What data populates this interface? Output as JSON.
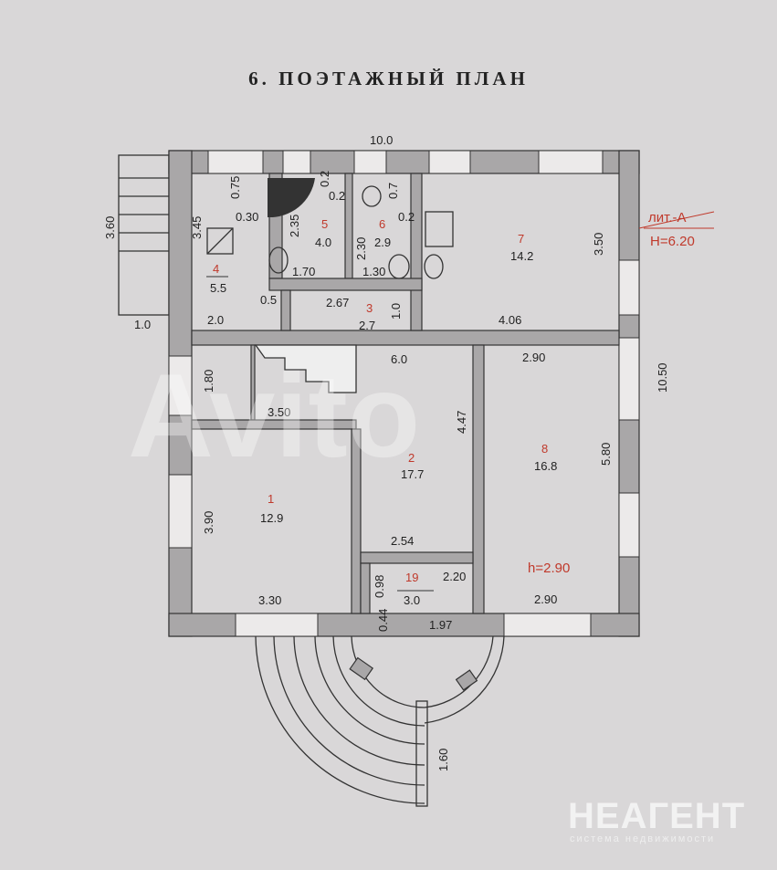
{
  "title": "6. ПОЭТАЖНЫЙ ПЛАН",
  "building": {
    "litera": "лит.-А",
    "height": "H=6.20",
    "room_height": "h=2.90"
  },
  "overall_dims": {
    "width_top": "10.0",
    "length_right": "10.50",
    "porch_side": "3.60",
    "porch_width": "1.0",
    "front_steps": "1.60"
  },
  "rooms": [
    {
      "num": "1",
      "area": "12.9",
      "dims": [
        "3.90",
        "3.30"
      ]
    },
    {
      "num": "2",
      "area": "17.7",
      "dims": [
        "6.0",
        "4.47",
        "3.50",
        "2.54"
      ]
    },
    {
      "num": "3",
      "area": "2.7",
      "dims": [
        "2.67",
        "1.0",
        "0.5"
      ]
    },
    {
      "num": "4",
      "area": "5.5",
      "dims": [
        "3.45",
        "0.75",
        "0.30",
        "2.0"
      ]
    },
    {
      "num": "5",
      "area": "4.0",
      "dims": [
        "2.35",
        "1.70",
        "0.2",
        "0.2"
      ]
    },
    {
      "num": "6",
      "area": "2.9",
      "dims": [
        "2.30",
        "1.30",
        "0.7",
        "0.2"
      ]
    },
    {
      "num": "7",
      "area": "14.2",
      "dims": [
        "3.50",
        "4.06"
      ]
    },
    {
      "num": "8",
      "area": "16.8",
      "dims": [
        "2.90",
        "5.80",
        "2.90"
      ]
    },
    {
      "num": "19",
      "area": "3.0",
      "dims": [
        "0.98",
        "2.20",
        "0.44",
        "1.97"
      ]
    }
  ],
  "corridor": {
    "width": "1.80"
  },
  "watermarks": {
    "avito": "Avito",
    "brand": "НЕАГЕНТ",
    "brand_sub": "система недвижимости"
  },
  "colors": {
    "wall": "#a9a7a8",
    "paper": "#d9d7d8",
    "room_number": "#c0392b"
  }
}
